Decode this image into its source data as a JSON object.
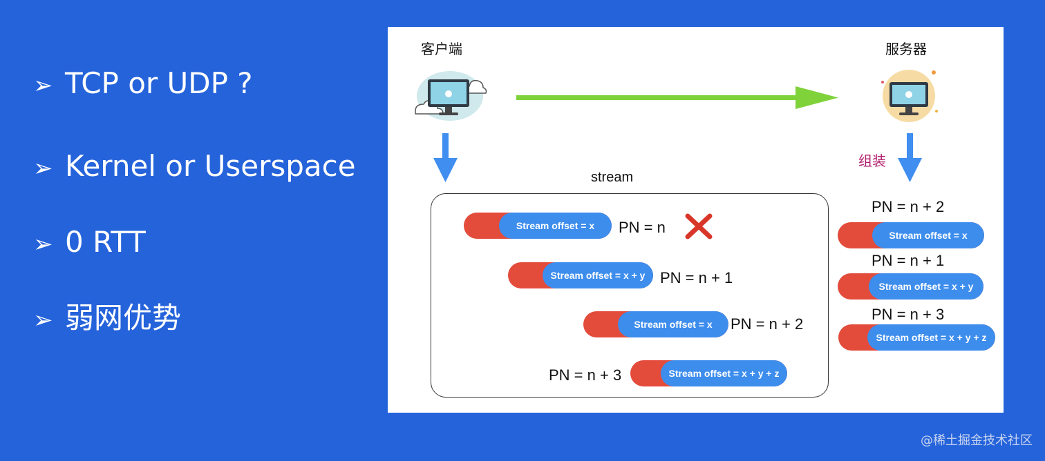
{
  "bullets": [
    {
      "mark": "➢",
      "text": "TCP or UDP ?"
    },
    {
      "mark": "➢",
      "text": "Kernel or Userspace"
    },
    {
      "mark": "➢",
      "text": "0 RTT"
    },
    {
      "mark": "➢",
      "text": "弱网优势"
    }
  ],
  "diagram": {
    "client_label": "客户端",
    "server_label": "服务器",
    "stream_label": "stream",
    "assemble_label": "组装",
    "client_packets": [
      {
        "offset": "Stream offset = x",
        "pn": "PN = n",
        "lost": true
      },
      {
        "offset": "Stream offset = x + y",
        "pn": "PN = n + 1"
      },
      {
        "offset": "Stream offset = x",
        "pn": "PN = n + 2"
      },
      {
        "offset": "Stream offset = x + y + z",
        "pn": "PN = n + 3"
      }
    ],
    "server_packets": [
      {
        "pn": "PN = n + 2",
        "offset": "Stream offset = x"
      },
      {
        "pn": "PN = n + 1",
        "offset": "Stream offset = x + y"
      },
      {
        "pn": "PN = n + 3",
        "offset": "Stream offset = x + y + z"
      }
    ]
  },
  "colors": {
    "background": "#2563db",
    "packet_red": "#e34b3b",
    "packet_blue": "#3d8ded",
    "arrow_green": "#7fd23a",
    "arrow_blue": "#3f8ef0",
    "lost_mark": "#d9362a"
  },
  "watermark": "@稀土掘金技术社区"
}
